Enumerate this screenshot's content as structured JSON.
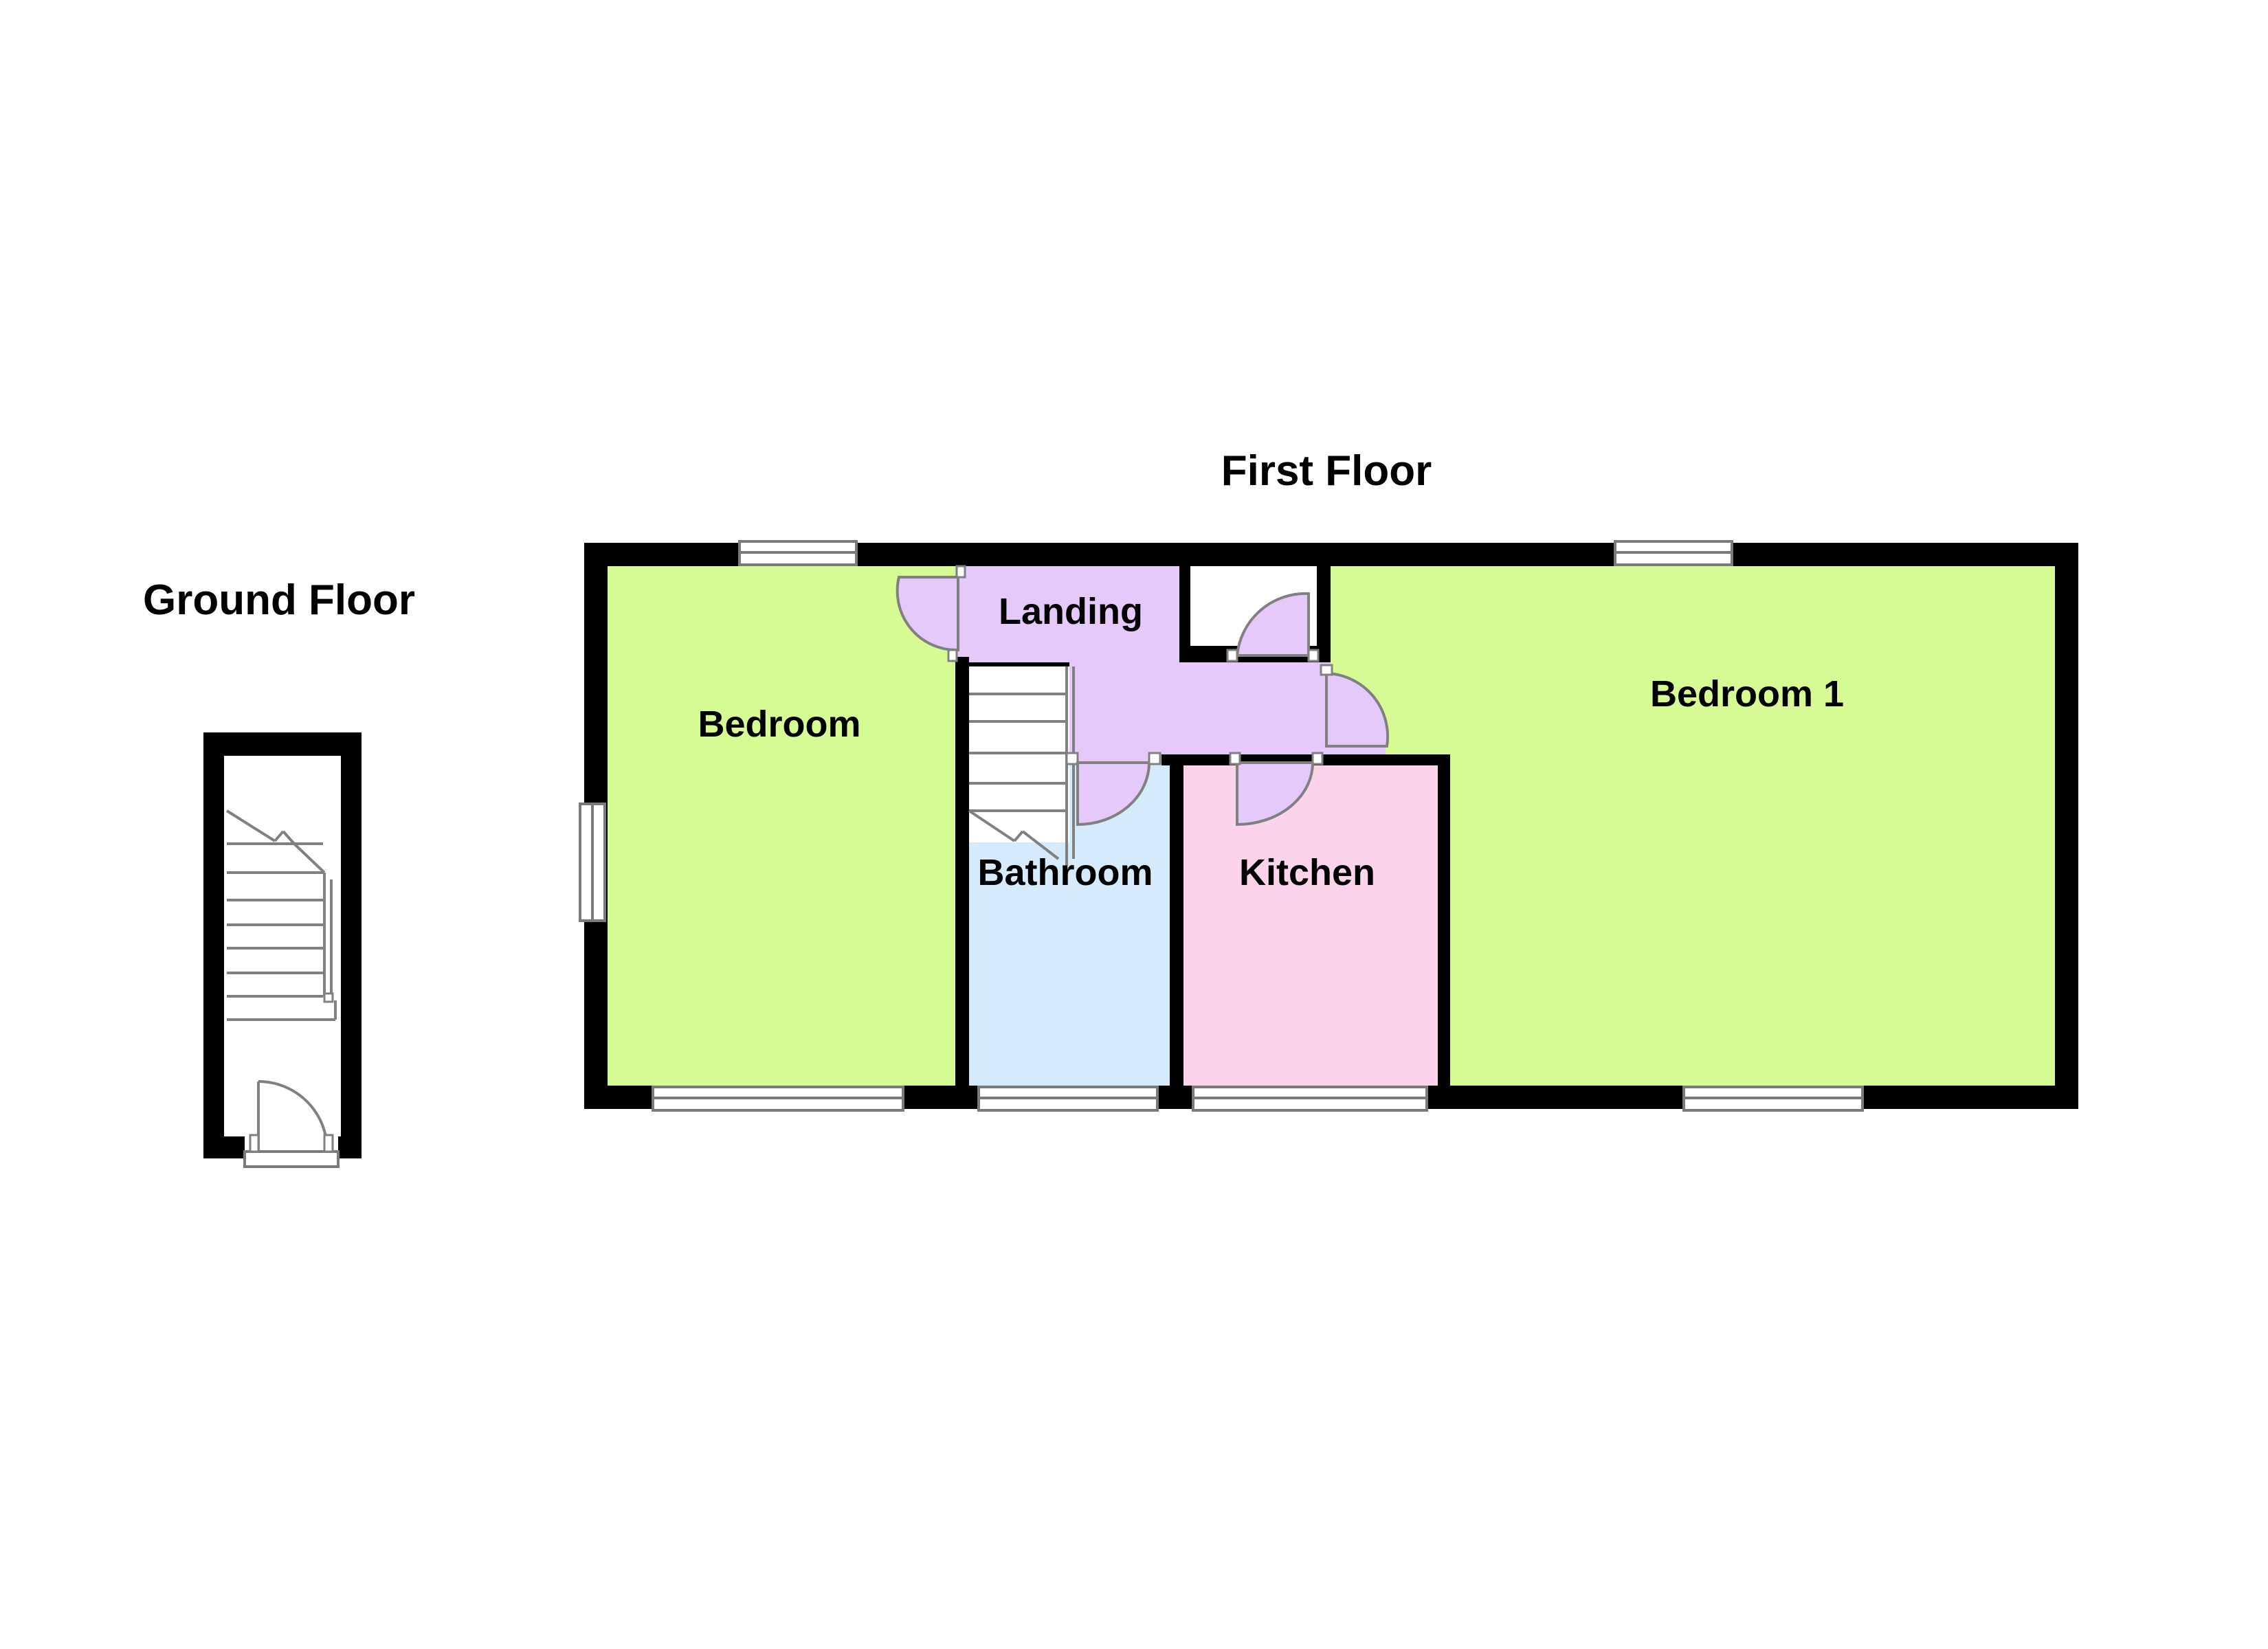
{
  "floors": {
    "ground": {
      "title": "Ground Floor"
    },
    "first": {
      "title": "First Floor"
    }
  },
  "rooms": {
    "bedroom": {
      "label": "Bedroom",
      "color": "#d6fb95"
    },
    "landing": {
      "label": "Landing",
      "color": "#e6c9fb"
    },
    "bathroom": {
      "label": "Bathroom",
      "color": "#d5ebfb"
    },
    "kitchen": {
      "label": "Kitchen",
      "color": "#fbd3ea"
    },
    "bedroom1": {
      "label": "Bedroom 1",
      "color": "#d6fb95"
    }
  },
  "colors": {
    "wall": "#000000",
    "fixture": "#7a7a7a"
  }
}
